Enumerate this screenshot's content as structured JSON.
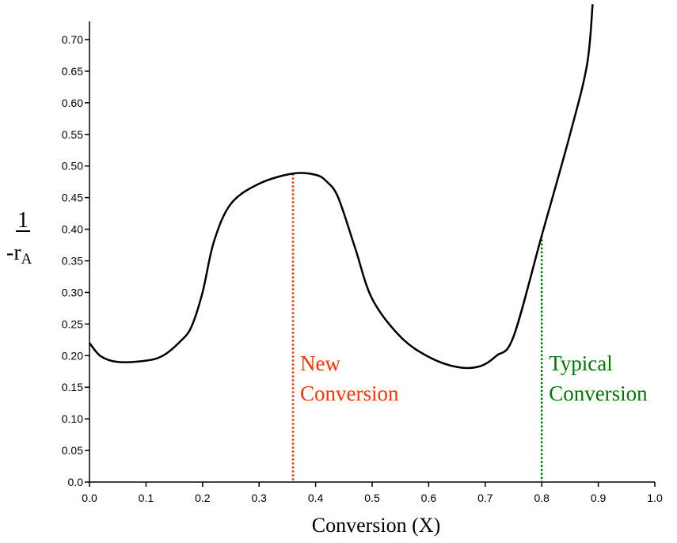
{
  "chart_data": {
    "type": "line",
    "title": "",
    "xlabel": "Conversion (X)",
    "ylabel": {
      "numerator": "1",
      "denominator": "-r",
      "subscript": "A"
    },
    "xlim": [
      0.0,
      1.0
    ],
    "ylim": [
      0.0,
      0.7
    ],
    "grid": false,
    "x_ticks": [
      "0.0",
      "0.1",
      "0.2",
      "0.3",
      "0.4",
      "0.5",
      "0.6",
      "0.7",
      "0.8",
      "0.9",
      "1.0"
    ],
    "y_ticks": [
      "0.0",
      "0.05",
      "0.10",
      "0.15",
      "0.20",
      "0.25",
      "0.30",
      "0.35",
      "0.40",
      "0.45",
      "0.50",
      "0.55",
      "0.60",
      "0.65",
      "0.70"
    ],
    "series": [
      {
        "name": "1/-rA",
        "color": "#000000",
        "x": [
          0.0,
          0.02,
          0.05,
          0.1,
          0.13,
          0.16,
          0.18,
          0.2,
          0.22,
          0.25,
          0.3,
          0.36,
          0.4,
          0.42,
          0.44,
          0.47,
          0.5,
          0.55,
          0.6,
          0.65,
          0.69,
          0.72,
          0.75,
          0.8,
          0.85,
          0.88,
          0.89
        ],
        "y": [
          0.22,
          0.199,
          0.19,
          0.192,
          0.2,
          0.222,
          0.245,
          0.3,
          0.38,
          0.44,
          0.472,
          0.488,
          0.486,
          0.475,
          0.45,
          0.37,
          0.29,
          0.23,
          0.198,
          0.182,
          0.183,
          0.2,
          0.23,
          0.39,
          0.55,
          0.66,
          0.756
        ]
      }
    ],
    "annotations": [
      {
        "x": 0.36,
        "y": 0.488,
        "line1": "New",
        "line2": "Conversion",
        "color": "#FF3300"
      },
      {
        "x": 0.8,
        "y": 0.39,
        "line1": "Typical",
        "line2": "Conversion",
        "color": "#007700"
      }
    ]
  }
}
